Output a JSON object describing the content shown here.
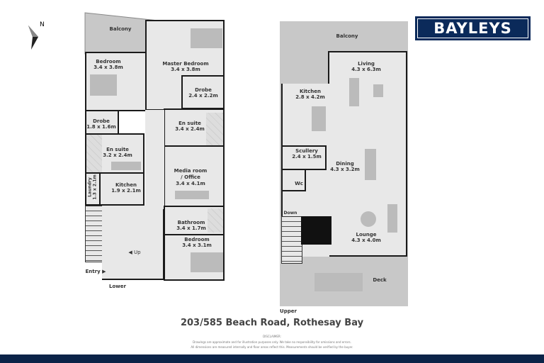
{
  "brand": {
    "logo_text": "BAYLEYS",
    "color": "#0b2a5a"
  },
  "compass": {
    "label": "N"
  },
  "lower": {
    "caption": "Lower",
    "rooms": [
      {
        "name": "Balcony",
        "dims": ""
      },
      {
        "name": "Bedroom",
        "dims": "3.4 x 3.8m"
      },
      {
        "name": "Master Bedroom",
        "dims": "3.4 x 3.8m"
      },
      {
        "name": "Drobe",
        "dims": "2.4 x 2.2m"
      },
      {
        "name": "Drobe",
        "dims": "1.8 x 1.6m"
      },
      {
        "name": "En suite",
        "dims": "3.4 x 2.4m"
      },
      {
        "name": "En suite",
        "dims": "3.2 x 2.4m"
      },
      {
        "name": "Media room / Office",
        "dims": "3.4 x 4.1m"
      },
      {
        "name": "Laundry",
        "dims": "1.3 x 2.1m"
      },
      {
        "name": "Kitchen",
        "dims": "1.9 x 2.1m"
      },
      {
        "name": "Bathroom",
        "dims": "3.4 x 1.7m"
      },
      {
        "name": "Bedroom",
        "dims": "3.4 x 3.1m"
      }
    ],
    "up_label": "Up",
    "entry_label": "Entry"
  },
  "upper": {
    "caption": "Upper",
    "rooms": [
      {
        "name": "Balcony",
        "dims": ""
      },
      {
        "name": "Living",
        "dims": "4.3 x 6.3m"
      },
      {
        "name": "Kitchen",
        "dims": "2.8 x 4.2m"
      },
      {
        "name": "Scullery",
        "dims": "2.4 x 1.5m"
      },
      {
        "name": "Wc",
        "dims": ""
      },
      {
        "name": "Dining",
        "dims": "4.3 x 3.2m"
      },
      {
        "name": "Lounge",
        "dims": "4.3 x 4.0m"
      },
      {
        "name": "Deck",
        "dims": ""
      }
    ],
    "down_label": "Down"
  },
  "address": "203/585 Beach Road, Rothesay Bay",
  "disclaimer": {
    "heading": "DISCLAIMER:",
    "line1": "Drawings are approximate and for illustration purposes only. We take no responsibility for omissions and errors.",
    "line2": "All dimensions are measured internally and floor areas reflect this. Measurements should be verified by the buyer."
  }
}
